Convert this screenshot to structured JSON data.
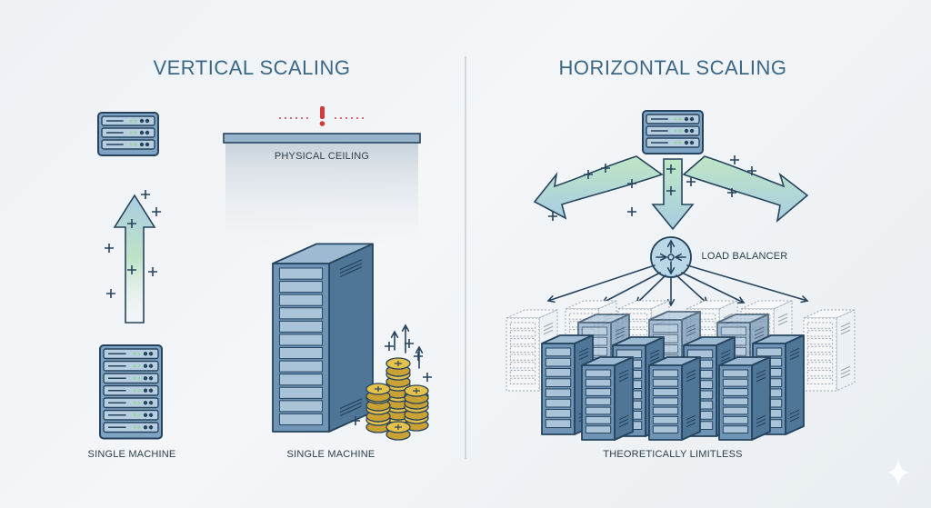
{
  "vertical": {
    "title": "VERTICAL SCALING",
    "ceiling_label": "PHYSICAL CEILING",
    "left_label": "SINGLE MACHINE",
    "right_label": "SINGLE MACHINE"
  },
  "horizontal": {
    "title": "HORIZONTAL SCALING",
    "load_balancer_label": "LOAD BALANCER",
    "bottom_label": "THEORETICALLY LIMITLESS"
  },
  "colors": {
    "server_fill": "#7fa3c2",
    "server_stroke": "#26445e",
    "accent_green": "#9bd3a4",
    "warning_red": "#d23b3b",
    "coin_gold": "#e6c24a",
    "title_blue": "#3a6886"
  }
}
